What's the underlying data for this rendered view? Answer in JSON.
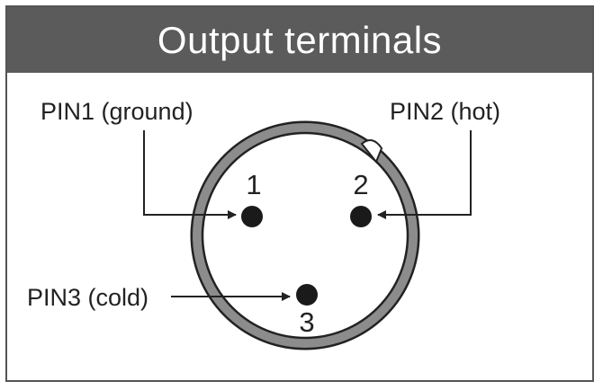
{
  "title": "Output terminals",
  "pins": {
    "pin1": {
      "label": "PIN1 (ground)",
      "number": "1"
    },
    "pin2": {
      "label": "PIN2 (hot)",
      "number": "2"
    },
    "pin3": {
      "label": "PIN3 (cold)",
      "number": "3"
    }
  },
  "colors": {
    "header_bg": "#5b5b5b",
    "header_text": "#ffffff",
    "ring": "#8c8c8c",
    "ink": "#222222"
  }
}
